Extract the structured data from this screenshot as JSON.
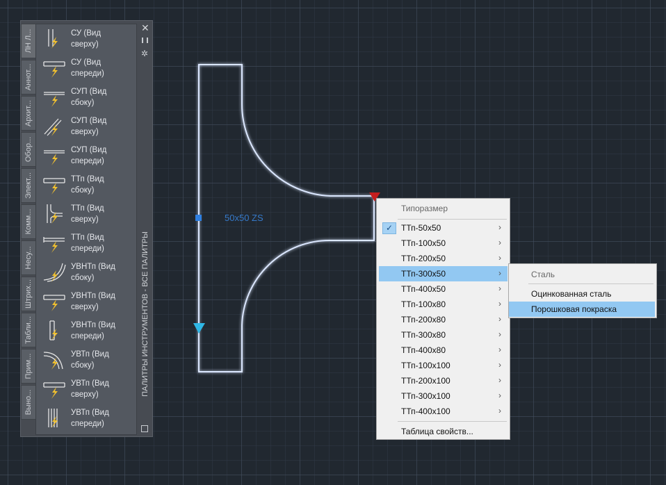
{
  "palette": {
    "title": "ПАЛИТРЫ ИНСТРУМЕНТОВ - ВСЕ ПАЛИТРЫ",
    "tabs": [
      {
        "label": "ЛН Л..."
      },
      {
        "label": "Аннот..."
      },
      {
        "label": "Архит..."
      },
      {
        "label": "Обор..."
      },
      {
        "label": "Элект..."
      },
      {
        "label": "Комм..."
      },
      {
        "label": "Несу..."
      },
      {
        "label": "Штрих..."
      },
      {
        "label": "Табли..."
      },
      {
        "label": "Прим..."
      },
      {
        "label": "Выно..."
      }
    ],
    "items": [
      {
        "line1": "СУ (Вид",
        "line2": "сверху)"
      },
      {
        "line1": "СУ (Вид",
        "line2": "спереди)"
      },
      {
        "line1": "СУП (Вид",
        "line2": "сбоку)"
      },
      {
        "line1": "СУП (Вид",
        "line2": "сверху)"
      },
      {
        "line1": "СУП (Вид",
        "line2": "спереди)"
      },
      {
        "line1": "ТТп (Вид",
        "line2": "сбоку)"
      },
      {
        "line1": "ТТп (Вид",
        "line2": "сверху)"
      },
      {
        "line1": "ТТп (Вид",
        "line2": "спереди)"
      },
      {
        "line1": "УВНТп (Вид",
        "line2": "сбоку)"
      },
      {
        "line1": "УВНТп (Вид",
        "line2": "сверху)"
      },
      {
        "line1": "УВНТп (Вид",
        "line2": "спереди)"
      },
      {
        "line1": "УВТп (Вид",
        "line2": "сбоку)"
      },
      {
        "line1": "УВТп (Вид",
        "line2": "сверху)"
      },
      {
        "line1": "УВТп (Вид",
        "line2": "спереди)"
      }
    ]
  },
  "drawing": {
    "label": "50x50 ZS",
    "outline_color": "#dbe7ff",
    "grip_color": "#2f7fe0",
    "arrow_color": "#2fb7e6",
    "marker_color": "#c41e1e"
  },
  "menu": {
    "header": "Типоразмер",
    "items": [
      {
        "label": "ТТп-50х50",
        "checked": true
      },
      {
        "label": "ТТп-100х50"
      },
      {
        "label": "ТТп-200х50"
      },
      {
        "label": "ТТп-300х50",
        "highlighted": true
      },
      {
        "label": "ТТп-400х50"
      },
      {
        "label": "ТТп-100х80"
      },
      {
        "label": "ТТп-200х80"
      },
      {
        "label": "ТТп-300х80"
      },
      {
        "label": "ТТп-400х80"
      },
      {
        "label": "ТТп-100х100"
      },
      {
        "label": "ТТп-200х100"
      },
      {
        "label": "ТТп-300х100"
      },
      {
        "label": "ТТп-400х100"
      }
    ],
    "footer": "Таблица свойств...",
    "submenu": {
      "header": "Сталь",
      "items": [
        {
          "label": "Оцинкованная сталь"
        },
        {
          "label": "Порошковая покраска",
          "highlighted": true
        }
      ]
    }
  }
}
